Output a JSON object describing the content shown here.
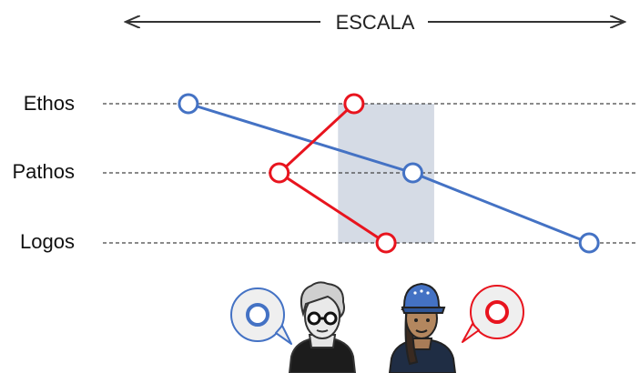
{
  "scale": {
    "title": "ESCALA"
  },
  "rows": [
    {
      "id": "ethos",
      "label": "Ethos"
    },
    {
      "id": "pathos",
      "label": "Pathos"
    },
    {
      "id": "logos",
      "label": "Logos"
    }
  ],
  "profiles": [
    {
      "id": "blue",
      "color": "#4472c4",
      "values": {
        "ethos": 0.16,
        "pathos": 0.58,
        "logos": 0.91
      }
    },
    {
      "id": "red",
      "color": "#e8141e",
      "values": {
        "ethos": 0.47,
        "pathos": 0.33,
        "logos": 0.53
      }
    }
  ],
  "highlight_band": {
    "from": 0.44,
    "to": 0.62,
    "color": "#d5dbe5"
  },
  "people": [
    {
      "id": "older-man",
      "profile": "blue",
      "icon": "older-man-with-glasses-avatar"
    },
    {
      "id": "young-woman",
      "profile": "red",
      "icon": "young-woman-with-cap-avatar"
    }
  ]
}
